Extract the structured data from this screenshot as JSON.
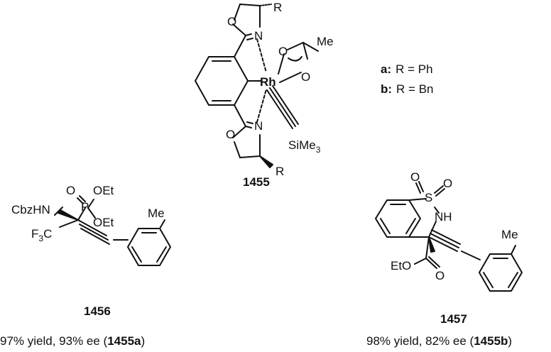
{
  "catalyst": {
    "compound_number": "1455",
    "top_oxazoline": {
      "ring_o": "O",
      "ring_n": "N",
      "substituent": "R"
    },
    "bottom_oxazoline": {
      "ring_o": "O",
      "ring_n": "N",
      "substituent": "R"
    },
    "metal": "Rh",
    "acetate": {
      "o1": "O",
      "o2": "O",
      "methyl": "Me"
    },
    "alkyne_substituent": "SiMe",
    "alkyne_substituent_subscript": "3"
  },
  "legend": {
    "a_label": "a:",
    "a_text": "R = Ph",
    "b_label": "b:",
    "b_text": "R = Bn"
  },
  "product_1456": {
    "compound_number": "1456",
    "carbamate": "CbzHN",
    "phosphoryl_o": "O",
    "phosphorus": "P",
    "oet_top": "OEt",
    "oet_bottom": "OEt",
    "cf3_main": "F",
    "cf3_sub": "3",
    "cf3_c": "C",
    "aryl_methyl": "Me",
    "result_prefix": "97% yield, 93% ee (",
    "result_catalyst": "1455a",
    "result_suffix": ")"
  },
  "product_1457": {
    "compound_number": "1457",
    "sulfonyl_o_left": "O",
    "sulfur": "S",
    "sulfonyl_o_right": "O",
    "nh": "NH",
    "ester_eto": "EtO",
    "ester_o": "O",
    "aryl_methyl": "Me",
    "result_prefix": "98% yield, 82% ee (",
    "result_catalyst": "1455b",
    "result_suffix": ")"
  }
}
